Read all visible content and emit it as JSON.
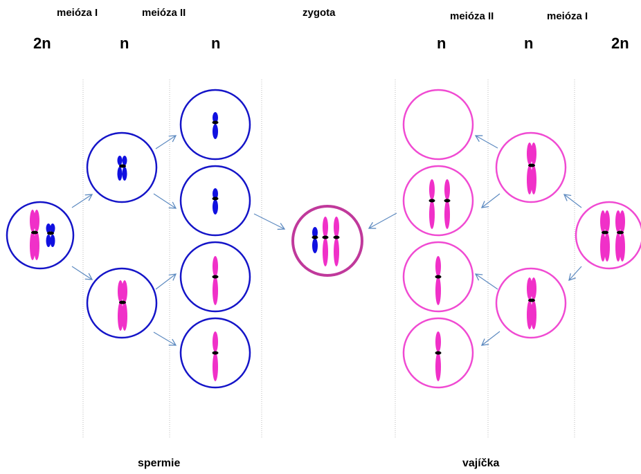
{
  "colors": {
    "sperm_line": "#1414c8",
    "egg_line": "#f04ad2",
    "zygote_line": "#c0399b",
    "chrom_blue": "#1010e0",
    "chrom_pink": "#f030c8",
    "arrow": "#5d8ac0",
    "divider": "#b8b8b8"
  },
  "labels": {
    "meiosis1_left": "meióza I",
    "meiosis2_left": "meióza II",
    "zygote": "zygota",
    "meiosis2_right": "meióza II",
    "meiosis1_right": "meióza I"
  },
  "ploidy": {
    "left_2n": "2n",
    "left_n1": "n",
    "left_n2": "n",
    "right_n2": "n",
    "right_n1": "n",
    "right_2n": "2n"
  },
  "bottom_labels": {
    "sperm": "spermie",
    "eggs": "vajíčka"
  }
}
